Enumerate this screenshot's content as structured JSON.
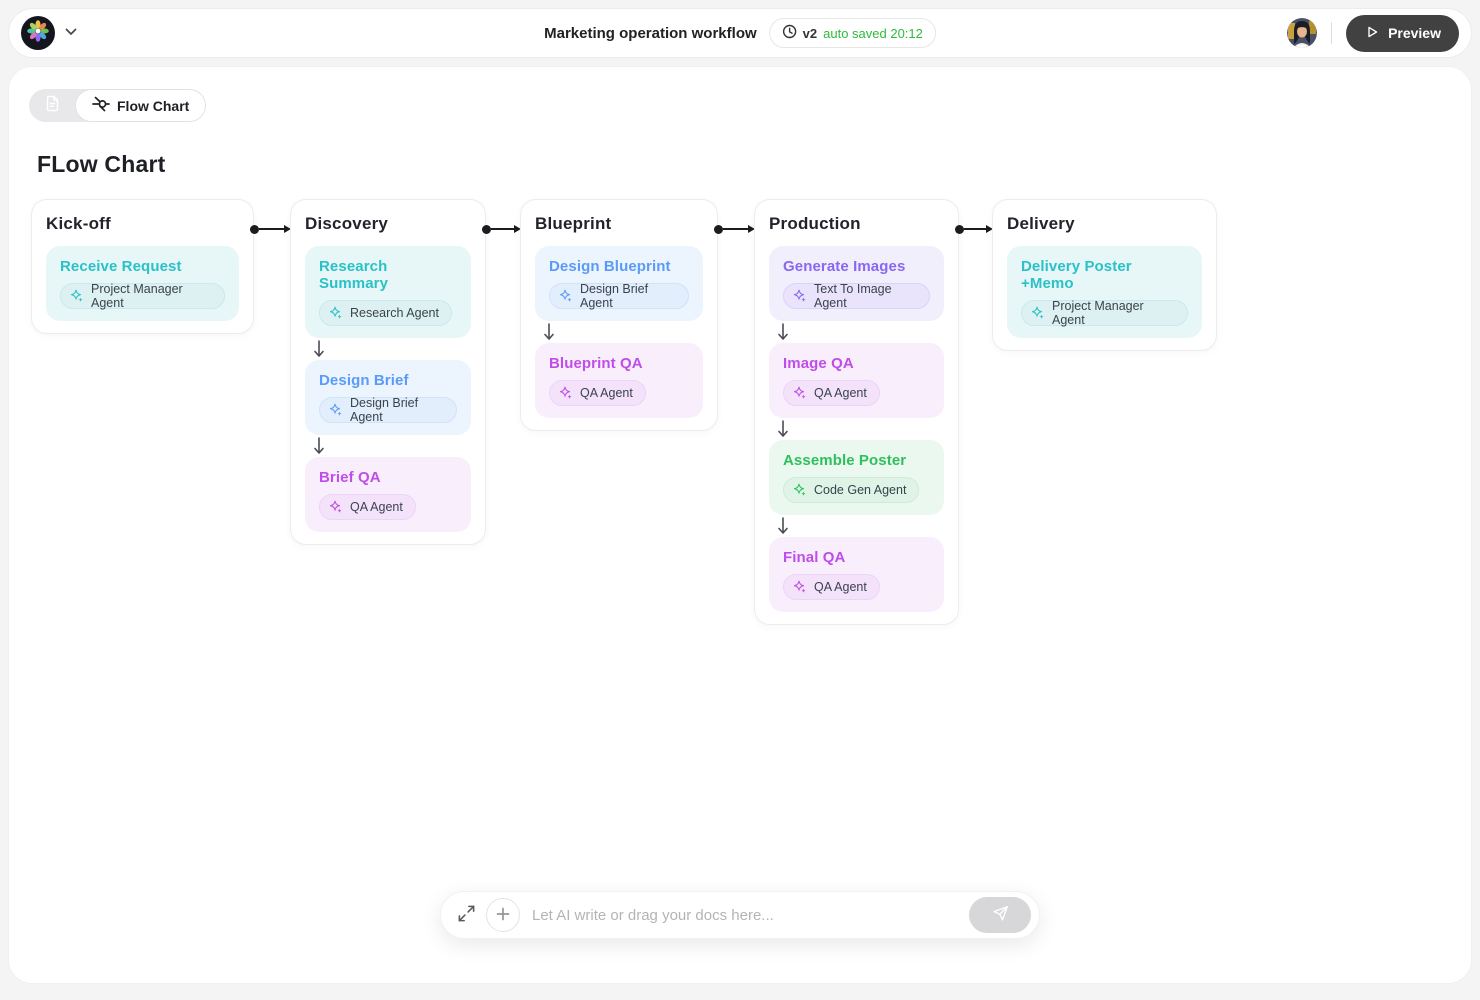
{
  "header": {
    "title": "Marketing operation workflow",
    "version": "v2",
    "autosave": "auto saved 20:12",
    "preview_label": "Preview"
  },
  "tabs": {
    "flow_chart_label": "Flow Chart"
  },
  "page": {
    "title": "FLow Chart"
  },
  "flow": {
    "columns": [
      {
        "title": "Kick-off",
        "nodes": [
          {
            "title": "Receive Request",
            "agent": "Project Manager Agent",
            "theme": "teal"
          }
        ]
      },
      {
        "title": "Discovery",
        "nodes": [
          {
            "title": "Research Summary",
            "agent": "Research Agent",
            "theme": "teal"
          },
          {
            "title": "Design Brief",
            "agent": "Design Brief Agent",
            "theme": "blue"
          },
          {
            "title": "Brief QA",
            "agent": "QA Agent",
            "theme": "purple"
          }
        ]
      },
      {
        "title": "Blueprint",
        "nodes": [
          {
            "title": "Design Blueprint",
            "agent": "Design Brief Agent",
            "theme": "blue"
          },
          {
            "title": "Blueprint QA",
            "agent": "QA Agent",
            "theme": "purple"
          }
        ]
      },
      {
        "title": "Production",
        "nodes": [
          {
            "title": "Generate Images",
            "agent": "Text To Image Agent",
            "theme": "violet"
          },
          {
            "title": "Image QA",
            "agent": "QA Agent",
            "theme": "purple"
          },
          {
            "title": "Assemble Poster",
            "agent": "Code Gen Agent",
            "theme": "green"
          },
          {
            "title": "Final QA",
            "agent": "QA Agent",
            "theme": "purple"
          }
        ]
      },
      {
        "title": "Delivery",
        "nodes": [
          {
            "title": "Delivery Poster +Memo",
            "agent": "Project Manager Agent",
            "theme": "teal"
          }
        ]
      }
    ]
  },
  "composer": {
    "placeholder": "Let AI write or drag your docs here..."
  },
  "icons": [
    "logo-flower-icon",
    "chevron-down-icon",
    "clock-icon",
    "play-icon",
    "document-tab-icon",
    "flowchart-icon",
    "sparkle-agent-icon",
    "down-arrow-icon",
    "stage-connector-arrow",
    "expand-icon",
    "plus-icon",
    "send-plane-icon",
    "avatar"
  ],
  "colors": {
    "autosave_green": "#2eba3c",
    "preview_button_bg": "#414141",
    "connector_black": "#1b1b20",
    "themes": {
      "teal": {
        "text": "#2ac1c7",
        "bg": "#e7f6f7",
        "pillBg": "#def1f2",
        "pillBorder": "#c9e9ea"
      },
      "blue": {
        "text": "#5b9bf8",
        "bg": "#ecf4fd",
        "pillBg": "#e2eefc",
        "pillBorder": "#cfe3fa"
      },
      "purple": {
        "text": "#bf4ee8",
        "bg": "#f9eefc",
        "pillBg": "#f3e2fa",
        "pillBorder": "#ecd4f7"
      },
      "violet": {
        "text": "#8a66f2",
        "bg": "#f2effd",
        "pillBg": "#e9e3fb",
        "pillBorder": "#dcd2f8"
      },
      "green": {
        "text": "#2fc05e",
        "bg": "#ebf8ef",
        "pillBg": "#dff3e6",
        "pillBorder": "#cdecd8"
      }
    }
  }
}
